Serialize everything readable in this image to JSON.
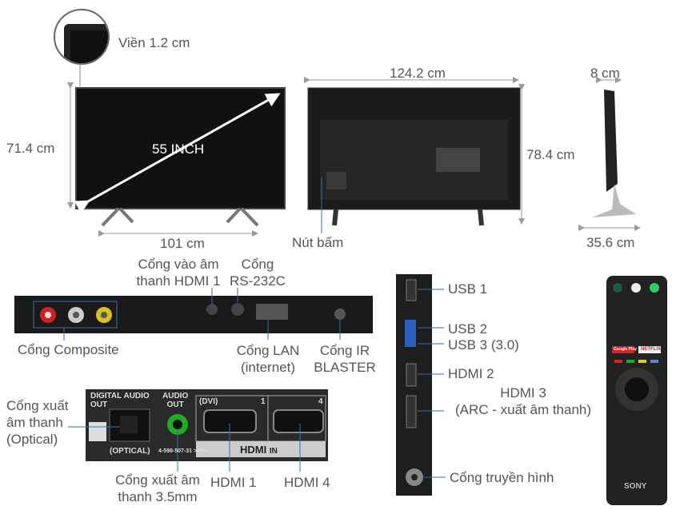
{
  "dimensions": {
    "bezel": "Viền 1.2 cm",
    "height_front": "71.4 cm",
    "diagonal": "55 INCH",
    "width_stand": "101 cm",
    "width_back": "124.2 cm",
    "height_back": "78.4 cm",
    "depth": "8 cm",
    "stand_depth": "35.6 cm",
    "button": "Nút bấm"
  },
  "rear_ports": {
    "hdmi_audio_in": [
      "Cổng vào âm",
      "thanh HDMI 1"
    ],
    "rs232": [
      "Cổng",
      "RS-232C"
    ],
    "composite": "Cổng Composite",
    "lan": [
      "Cổng LAN",
      "(internet)"
    ],
    "ir": [
      "Cổng IR",
      "BLASTER"
    ]
  },
  "audio_panel": {
    "optical_callout": [
      "Cổng xuất",
      "âm thanh",
      "(Optical)"
    ],
    "digital_audio_out": [
      "DIGITAL AUDIO",
      "OUT"
    ],
    "optical": "(OPTICAL)",
    "audio_out": [
      "AUDIO",
      "OUT"
    ],
    "part_number": "4-598-507-31 >PP<",
    "dvi": "(DVI)",
    "port1": "1",
    "port4": "4",
    "hdmi_logo": "HDMI",
    "hdmi_in": "IN",
    "jack_callout": [
      "Cổng xuất âm",
      "thanh 3.5mm"
    ],
    "hdmi1": "HDMI 1",
    "hdmi4": "HDMI 4"
  },
  "side_ports": {
    "usb1": "USB 1",
    "usb2": "USB 2",
    "usb3": "USB 3 (3.0)",
    "hdmi2": "HDMI 2",
    "hdmi3": [
      "HDMI 3",
      "(ARC - xuất âm thanh)"
    ],
    "antenna": "Cổng truyền hình"
  },
  "remote": {
    "brand": "SONY",
    "google_play": "Google Play",
    "netflix": "NETFLIX"
  },
  "colors": {
    "text": "#555555",
    "callout_line": "#3f6aa8",
    "dimension_line": "#9a9a9a"
  }
}
